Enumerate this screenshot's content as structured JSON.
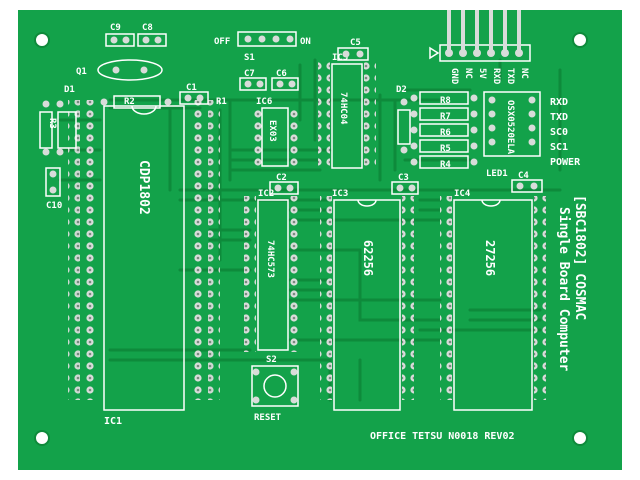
{
  "board": {
    "colors": {
      "background": "#ffffff",
      "solder_mask": "#13a24a",
      "trace": "#0e8a3b",
      "silk": "#ffffff",
      "pad": "#d8dcd9"
    },
    "title_line1": "[SBC1802] COSMAC",
    "title_line2": "Single Board Computer",
    "footer": "OFFICE TETSU N0018 REV02"
  },
  "chips": {
    "ic1": "IC1",
    "ic1_part": "CDP1802",
    "ic2": "IC2",
    "ic2_part": "74HC573",
    "ic3": "IC3",
    "ic3_part": "62256",
    "ic4": "IC4",
    "ic4_part": "27256",
    "ic5": "IC5",
    "ic5_part": "74HC04",
    "ic6": "IC6",
    "ic6_part": "EX03"
  },
  "components": {
    "c1": "C1",
    "c2": "C2",
    "c3": "C3",
    "c4": "C4",
    "c5": "C5",
    "c6": "C6",
    "c7": "C7",
    "c8": "C8",
    "c9": "C9",
    "c10": "C10",
    "r1": "R1",
    "r2": "R2",
    "r3": "R3",
    "r4": "R4",
    "r5": "R5",
    "r6": "R6",
    "r7": "R7",
    "r8": "R8",
    "d1": "D1",
    "d2": "D2",
    "q1": "Q1",
    "s1": "S1",
    "s1_off": "OFF",
    "s1_on": "ON",
    "s2": "S2",
    "s2_label": "RESET",
    "led1": "LED1",
    "led_array": "OSX0520ELA"
  },
  "header_pins": [
    "GND",
    "NC",
    "5V",
    "RXD",
    "TXD",
    "NC"
  ],
  "leds": [
    "RXD",
    "TXD",
    "SC0",
    "SC1",
    "POWER"
  ]
}
